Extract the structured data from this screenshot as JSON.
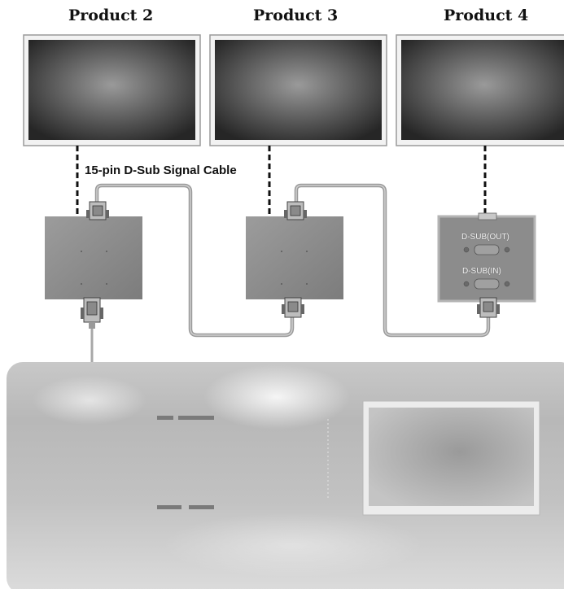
{
  "labels": {
    "product_2": "Product 2",
    "product_3": "Product 3",
    "product_4": "Product 4",
    "cable": "15-pin D-Sub Signal Cable",
    "port_out": "D-SUB(OUT)",
    "port_in": "D-SUB(IN)"
  },
  "colors": {
    "screen_edge": "#2a2a2a",
    "screen_center": "#8a8a8a",
    "bezel": "#e6e6e6",
    "cable": "#9a9a9a",
    "box": "#8c8c8c",
    "host_panel": "#d2d2d2"
  }
}
